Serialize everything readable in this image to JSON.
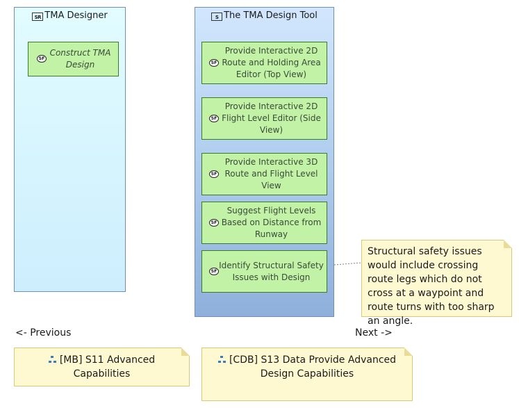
{
  "lanes": [
    {
      "id": "SR",
      "title": "TMA Designer",
      "icon": "system-role-icon",
      "icon_text": "SR"
    },
    {
      "id": "SC",
      "title": "The TMA Design Tool",
      "icon": "system-component-icon",
      "icon_text": "S"
    }
  ],
  "functions": {
    "construct_tma": "Construct TMA Design",
    "f1": "Provide Interactive 2D Route and Holding Area Editor (Top View)",
    "f2": "Provide Interactive 2D Flight Level Editor (Side View)",
    "f3": "Provide Interactive 3D Route and Flight Level View",
    "f4": "Suggest Flight Levels Based on Distance from Runway",
    "f5": "Identify Structural Safety Issues with Design",
    "icon_text": "SF"
  },
  "note": {
    "text": "Structural safety issues would include crossing route legs which do not cross at a waypoint and route turns with too sharp an angle."
  },
  "nav": {
    "previous_label": "<- Previous",
    "next_label": "Next ->",
    "previous_link": "[MB] S11 Advanced Capabilities",
    "next_link": "[CDB] S13 Data Provide Advanced Design Capabilities"
  },
  "colors": {
    "function_fill": "#c2f2a6",
    "lane_actor": "#cdeefe",
    "lane_system": "#a9c7ea",
    "note_fill": "#fff9d2"
  }
}
